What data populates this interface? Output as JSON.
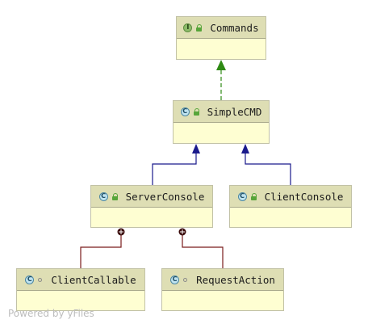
{
  "classes": [
    {
      "id": "commands",
      "kind_badge": "I",
      "visibility": "public",
      "name": "Commands"
    },
    {
      "id": "simplecmd",
      "kind_badge": "C",
      "visibility": "public",
      "name": "SimpleCMD"
    },
    {
      "id": "serverconsole",
      "kind_badge": "C",
      "visibility": "public",
      "name": "ServerConsole"
    },
    {
      "id": "clientconsole",
      "kind_badge": "C",
      "visibility": "public",
      "name": "ClientConsole"
    },
    {
      "id": "clientcallable",
      "kind_badge": "C",
      "visibility": "package",
      "name": "ClientCallable"
    },
    {
      "id": "requestaction",
      "kind_badge": "C",
      "visibility": "package",
      "name": "RequestAction"
    }
  ],
  "relations": [
    {
      "from": "simplecmd",
      "to": "commands",
      "type": "implements"
    },
    {
      "from": "serverconsole",
      "to": "simplecmd",
      "type": "extends"
    },
    {
      "from": "clientconsole",
      "to": "simplecmd",
      "type": "extends"
    },
    {
      "from": "clientcallable",
      "to": "serverconsole",
      "type": "inner-class"
    },
    {
      "from": "requestaction",
      "to": "serverconsole",
      "type": "inner-class"
    }
  ],
  "colors": {
    "header": "#dedeb4",
    "body": "#fefed2",
    "implements": "#2f8a14",
    "extends": "#1a1a8c",
    "inner": "#7a1c1c"
  },
  "watermark": "Powered by yFiles"
}
